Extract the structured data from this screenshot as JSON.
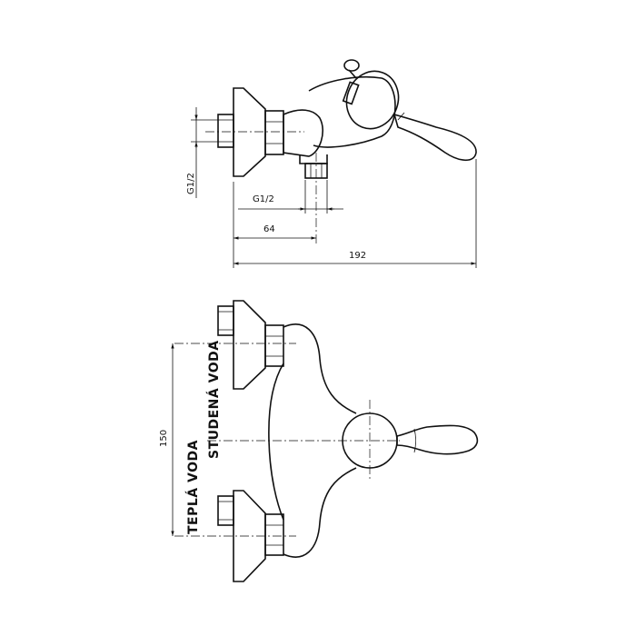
{
  "side_view": {
    "dim_thread_vertical": "G1/2",
    "dim_thread_horizontal": "G1/2",
    "dim_depth": "64",
    "dim_total_length": "192"
  },
  "front_view": {
    "dim_spacing": "150",
    "label_cold": "STUDENÁ VODA",
    "label_hot": "TEPLÁ VODA"
  }
}
